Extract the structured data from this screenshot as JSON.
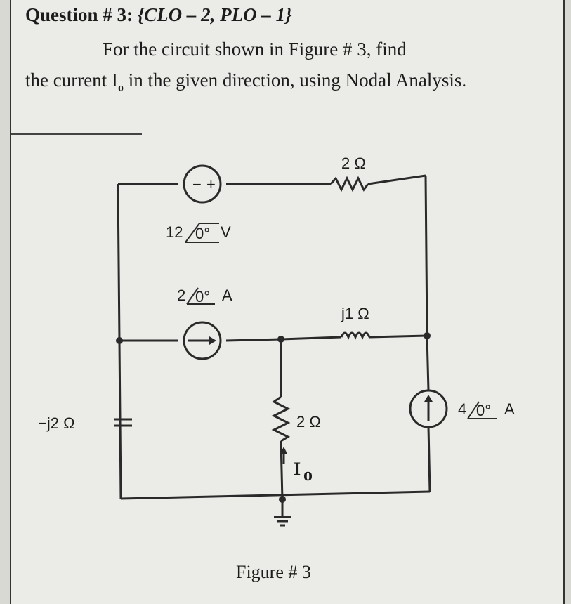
{
  "question": {
    "label": "Question # 3:",
    "clo": "{CLO – 2, PLO – 1}",
    "text_indent": "For the circuit shown in Figure # 3, find",
    "text_rest": "the current I",
    "text_rest_sub": "o",
    "text_rest2": " in the given direction, using Nodal Analysis."
  },
  "circuit": {
    "voltage_source": "12",
    "voltage_source_unit": "V",
    "voltage_source_angle": "0°",
    "current_source_top": "2",
    "current_source_top_angle": "0°",
    "current_source_top_unit": "A",
    "resistor_top": "2 Ω",
    "inductor": "j1 Ω",
    "capacitor": "−j2 Ω",
    "resistor_middle": "2 Ω",
    "current_label": "I",
    "current_label_sub": "o",
    "current_source_right": "4",
    "current_source_right_angle": "0°",
    "current_source_right_unit": "A",
    "source_plus": "+",
    "source_minus": "−"
  },
  "figure": {
    "caption": "Figure # 3"
  }
}
